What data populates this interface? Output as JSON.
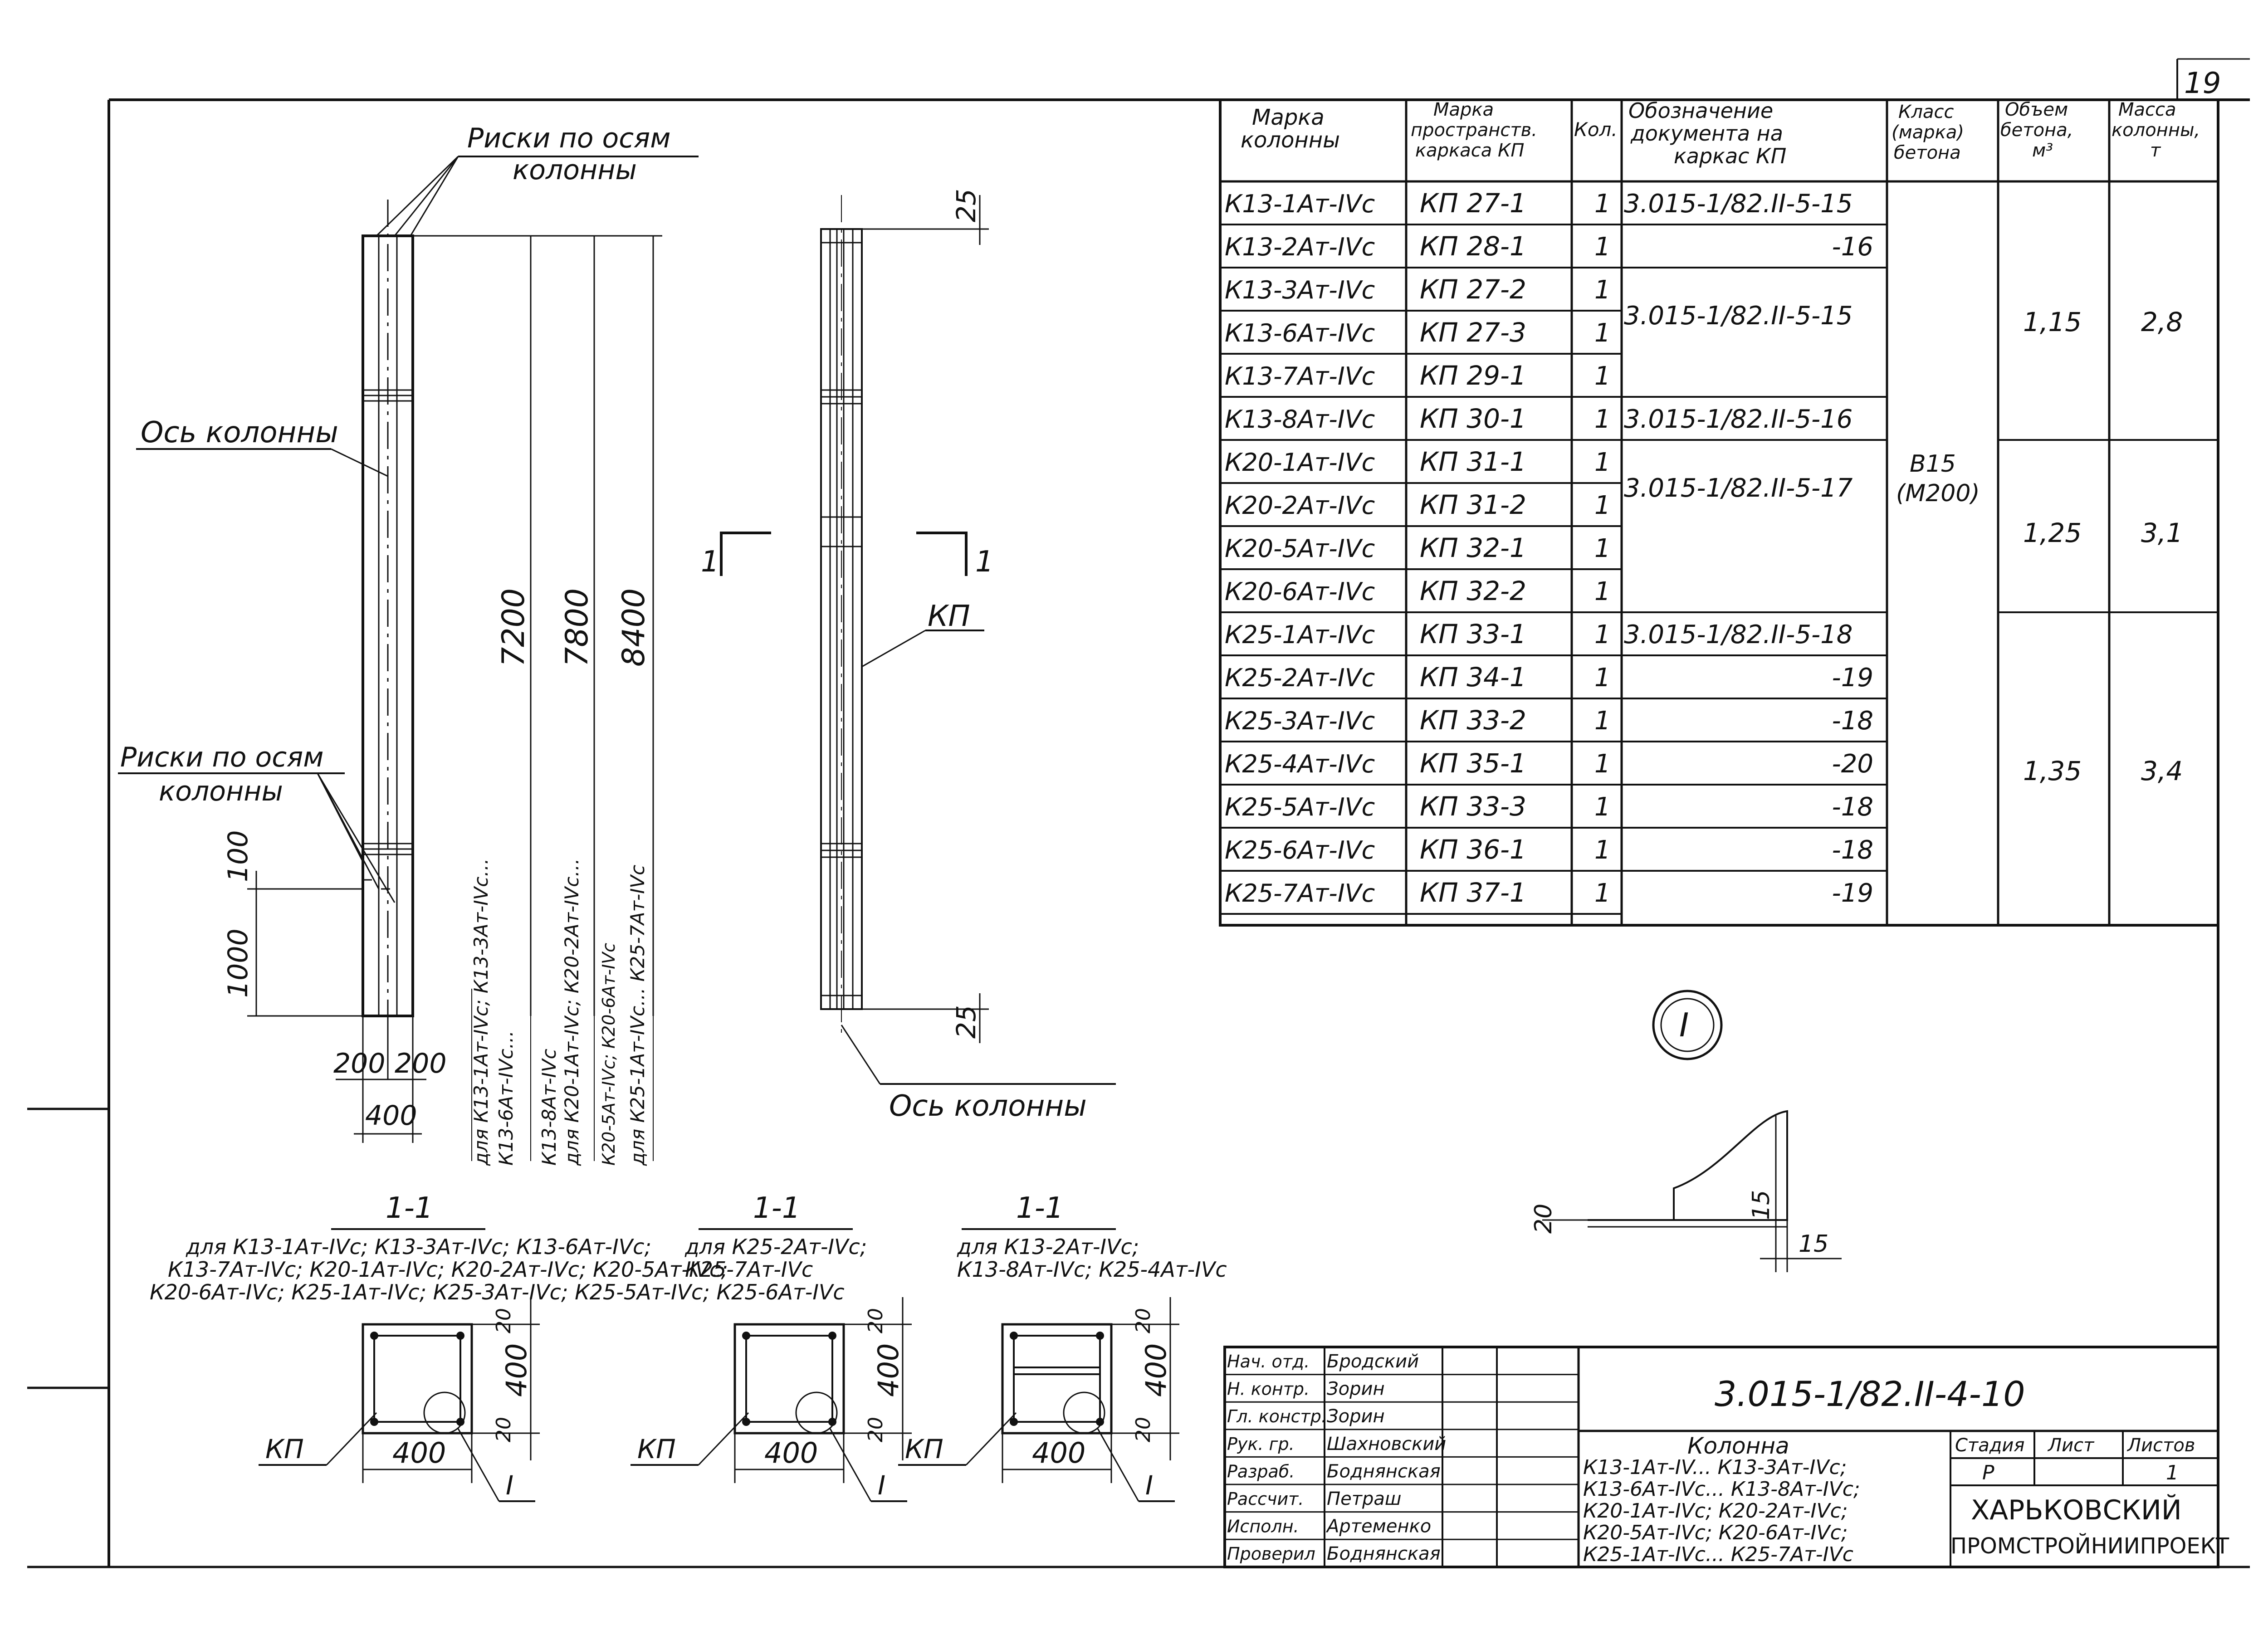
{
  "sheet_number": "19",
  "labels": {
    "riski_top": "Риски по осям",
    "riski_top_2": "колонны",
    "os_kolonny": "Ось колонны",
    "riski_left": "Риски по осям",
    "riski_left_2": "колонны",
    "os_kolonny_bottom": "Ось колонны",
    "kp": "КП",
    "section_mark": "1",
    "detail_mark": "I"
  },
  "dimensions": {
    "h7200": "7200",
    "h7800": "7800",
    "h8400": "8400",
    "d1000": "1000",
    "d100": "100",
    "d200a": "200",
    "d200b": "200",
    "d400": "400",
    "d25top": "25",
    "d25bot": "25",
    "det20": "20",
    "det15a": "15",
    "det15b": "15"
  },
  "applicability": [
    "для К13-1Ат-IVс; К13-3Ат-IVс...",
    "К13-6Ат-IVс...",
    "К13-8Ат-IVс",
    "для К20-1Ат-IVс; К20-2Ат-IVс...",
    "К20-5Ат-IVс; К20-6Ат-IVс",
    "для К25-1Ат-IVс... К25-7Ат-IVс"
  ],
  "sections": [
    {
      "title": "1-1",
      "note_lines": [
        "для К13-1Ат-IVс; К13-3Ат-IVс; К13-6Ат-IVс;",
        "К13-7Ат-IVс; К20-1Ат-IVс; К20-2Ат-IVс; К20-5Ат-IVс;",
        "К20-6Ат-IVс; К25-1Ат-IVс; К25-3Ат-IVс; К25-5Ат-IVс; К25-6Ат-IVс"
      ],
      "width": "400",
      "height": "400",
      "cover_top": "20",
      "cover_bot": "20",
      "kp": "КП",
      "detail": "I"
    },
    {
      "title": "1-1",
      "note_lines": [
        "для К25-2Ат-IVс;",
        "К25-7Ат-IVс"
      ],
      "width": "400",
      "height": "400",
      "cover_top": "20",
      "cover_bot": "20",
      "kp": "КП",
      "detail": "I"
    },
    {
      "title": "1-1",
      "note_lines": [
        "для К13-2Ат-IVс;",
        "К13-8Ат-IVс; К25-4Ат-IVс"
      ],
      "width": "400",
      "height": "400",
      "cover_top": "20",
      "cover_bot": "20",
      "kp": "КП",
      "detail": "I"
    }
  ],
  "table": {
    "headers": [
      [
        "Марка",
        "колонны"
      ],
      [
        "Марка",
        "пространств.",
        "каркаса КП"
      ],
      [
        "Кол."
      ],
      [
        "Обозначение",
        "документа на",
        "каркас КП"
      ],
      [
        "Класс",
        "(марка)",
        "бетона"
      ],
      [
        "Объем",
        "бетона,",
        "м³"
      ],
      [
        "Масса",
        "колонны,",
        "т"
      ]
    ],
    "rows": [
      {
        "mark": "К13-1Ат-IVс",
        "kp": "КП 27-1",
        "qty": "1",
        "doc": "3.015-1/82.II-5-15"
      },
      {
        "mark": "К13-2Ат-IVс",
        "kp": "КП 28-1",
        "qty": "1",
        "doc": "-16"
      },
      {
        "mark": "К13-3Ат-IVс",
        "kp": "КП 27-2",
        "qty": "1",
        "doc": ""
      },
      {
        "mark": "К13-6Ат-IVс",
        "kp": "КП 27-3",
        "qty": "1",
        "doc": "3.015-1/82.II-5-15"
      },
      {
        "mark": "К13-7Ат-IVс",
        "kp": "КП 29-1",
        "qty": "1",
        "doc": ""
      },
      {
        "mark": "К13-8Ат-IVс",
        "kp": "КП 30-1",
        "qty": "1",
        "doc": "3.015-1/82.II-5-16"
      },
      {
        "mark": "К20-1Ат-IVс",
        "kp": "КП 31-1",
        "qty": "1",
        "doc": ""
      },
      {
        "mark": "К20-2Ат-IVс",
        "kp": "КП 31-2",
        "qty": "1",
        "doc": "3.015-1/82.II-5-17"
      },
      {
        "mark": "К20-5Ат-IVс",
        "kp": "КП 32-1",
        "qty": "1",
        "doc": ""
      },
      {
        "mark": "К20-6Ат-IVс",
        "kp": "КП 32-2",
        "qty": "1",
        "doc": ""
      },
      {
        "mark": "К25-1Ат-IVс",
        "kp": "КП 33-1",
        "qty": "1",
        "doc": "3.015-1/82.II-5-18"
      },
      {
        "mark": "К25-2Ат-IVс",
        "kp": "КП 34-1",
        "qty": "1",
        "doc": "-19"
      },
      {
        "mark": "К25-3Ат-IVс",
        "kp": "КП 33-2",
        "qty": "1",
        "doc": "-18"
      },
      {
        "mark": "К25-4Ат-IVс",
        "kp": "КП 35-1",
        "qty": "1",
        "doc": "-20"
      },
      {
        "mark": "К25-5Ат-IVс",
        "kp": "КП 33-3",
        "qty": "1",
        "doc": "-18"
      },
      {
        "mark": "К25-6Ат-IVс",
        "kp": "КП 36-1",
        "qty": "1",
        "doc": "-18"
      },
      {
        "mark": "К25-7Ат-IVс",
        "kp": "КП 37-1",
        "qty": "1",
        "doc": "-19"
      }
    ],
    "concrete_class": [
      "В15",
      "(М200)"
    ],
    "groups": [
      {
        "volume": "1,15",
        "mass": "2,8"
      },
      {
        "volume": "1,25",
        "mass": "3,1"
      },
      {
        "volume": "1,35",
        "mass": "3,4"
      }
    ]
  },
  "title_block": {
    "roles": [
      {
        "role": "Нач. отд.",
        "name": "Бродский"
      },
      {
        "role": "Н. контр.",
        "name": "Зорин"
      },
      {
        "role": "Гл. констр.",
        "name": "Зорин"
      },
      {
        "role": "Рук. гр.",
        "name": "Шахновский"
      },
      {
        "role": "Разраб.",
        "name": "Боднянская"
      },
      {
        "role": "Рассчит.",
        "name": "Петраш"
      },
      {
        "role": "Исполн.",
        "name": "Артеменко"
      },
      {
        "role": "Проверил",
        "name": "Боднянская"
      }
    ],
    "doc_code": "3.015-1/82.II-4-10",
    "name_title": "Колонна",
    "name_lines": [
      "К13-1Ат-IV... К13-3Ат-IVс;",
      "К13-6Ат-IVс... К13-8Ат-IVс;",
      "К20-1Ат-IVс; К20-2Ат-IVс;",
      "К20-5Ат-IVс; К20-6Ат-IVс;",
      "К25-1Ат-IVс... К25-7Ат-IVс"
    ],
    "stage_label": "Стадия",
    "sheet_label": "Лист",
    "sheets_label": "Листов",
    "stage": "Р",
    "sheets": "1",
    "org_line1": "ХАРЬКОВСКИЙ",
    "org_line2": "ПРОМСТРОЙНИИПРОЕКТ"
  }
}
